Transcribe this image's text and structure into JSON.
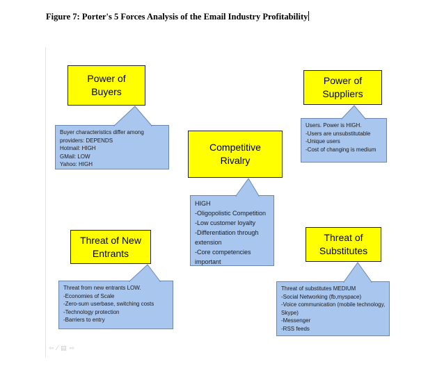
{
  "figure_title": "Figure 7: Porter's 5 Forces Analysis of the Email Industry Profitability",
  "forces": {
    "buyers": {
      "title": "Power of\nBuyers",
      "notes": [
        "Buyer characteristics differ among",
        "providers: DEPENDS",
        "Hotmail: HIGH",
        "GMail: LOW",
        "Yahoo: HIGH"
      ]
    },
    "suppliers": {
      "title": "Power of\nSuppliers",
      "notes": [
        "Users. Power is HIGH.",
        "-Users are unsubstitutable",
        "-Unique users",
        "-Cost of changing is medium"
      ]
    },
    "rivalry": {
      "title": "Competitive\nRivalry",
      "notes": [
        "HIGH",
        "-Oligopolistic Competition",
        "-Low customer loyalty",
        "-Differentiation through",
        "extension",
        "-Core competencies",
        "important"
      ]
    },
    "new_entrants": {
      "title": "Threat of New\nEntrants",
      "notes": [
        "Threat from new entrants LOW.",
        "-Economies of Scale",
        "-Zero-sum userbase, switching costs",
        "-Technology protection",
        "-Barriers to entry"
      ]
    },
    "substitutes": {
      "title": "Threat of\nSubstitutes",
      "notes": [
        "Threat of substitutes MEDIUM",
        "-Social Networking (fb,myspace)",
        "-Voice communication (mobile technology,",
        "Skype)",
        "-Messenger",
        "-RSS feeds"
      ]
    }
  },
  "colors": {
    "box_fill": "#ffff00",
    "callout_fill": "#a9c6ee",
    "callout_border": "#6a87b4"
  },
  "nav_icons": [
    "arrow-left-icon",
    "pen-icon",
    "slides-icon",
    "arrow-right-icon"
  ]
}
